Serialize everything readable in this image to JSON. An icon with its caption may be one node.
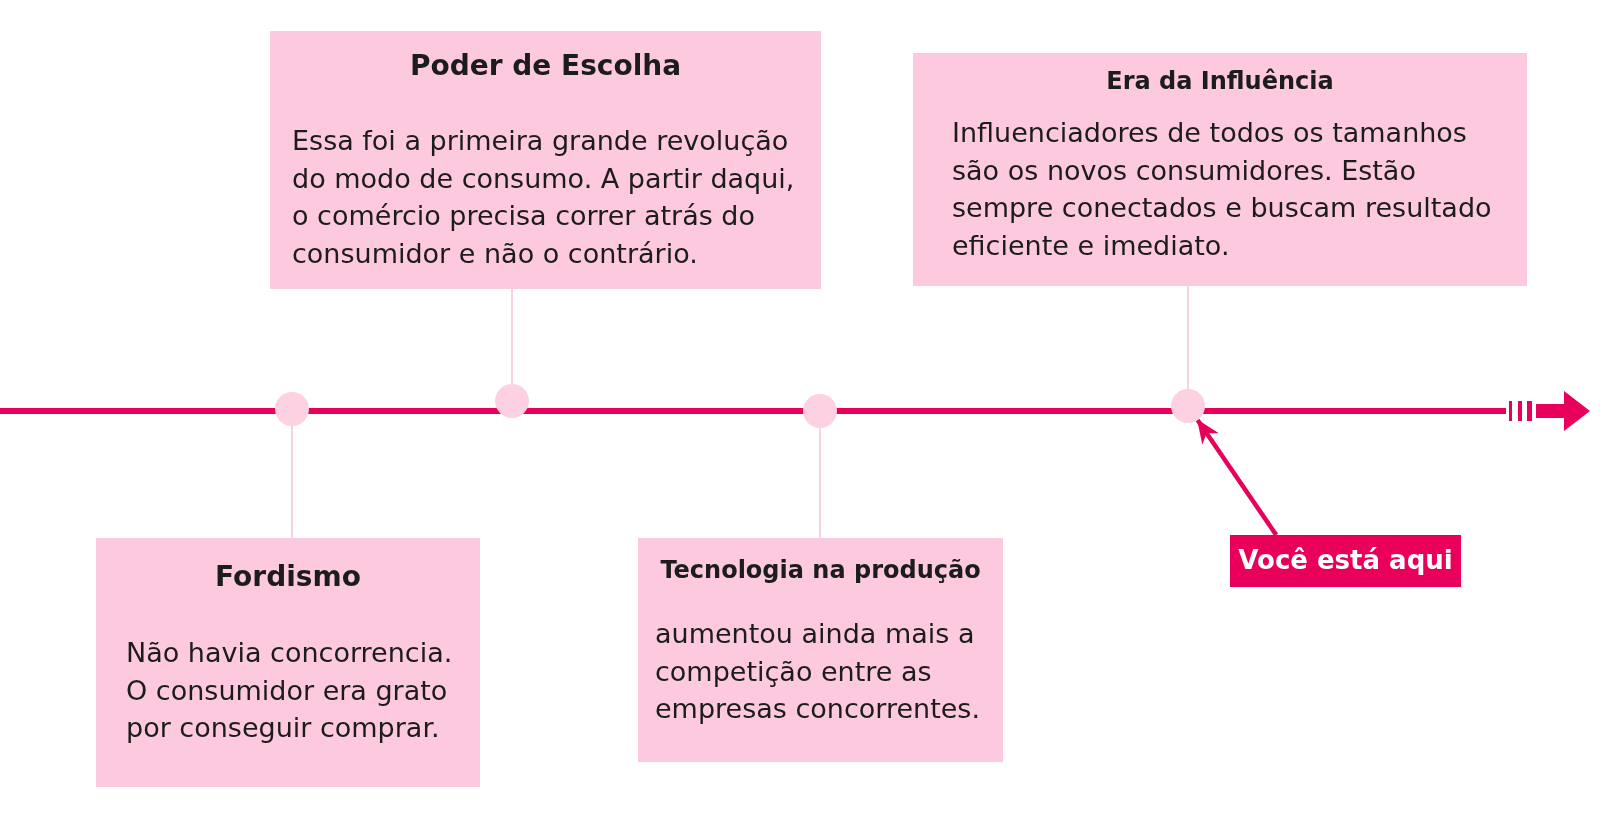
{
  "diagram": {
    "nodes": [
      {
        "text": [
          "Poder de Escolha",
          "Essa foi a primeira grande revolução do modo de consumo. A partir daqui, o comércio precisa correr atrás do consumidor e não o contrário."
        ]
      },
      {
        "text": [
          "Era da Influência",
          "Influenciadores de todos os tamanhos são os novos consumidores. Estão sempre conectados e buscam resultado eficiente e imediato."
        ]
      },
      {
        "text": [],
        "shape": "circle"
      },
      {
        "text": [],
        "shape": "circle"
      },
      {
        "text": [],
        "shape": "circle"
      },
      {
        "text": [],
        "shape": "circle"
      },
      {
        "text": [
          "Fordismo",
          "Não havia concorrencia. O consumidor era grato por conseguir comprar."
        ]
      },
      {
        "text": [
          "Tecnologia na produção",
          "aumentou ainda mais a competição entre as empresas concorrentes."
        ]
      },
      {
        "text": [
          "Você está aqui"
        ]
      }
    ],
    "edges": [
      {
        "from": 0,
        "to": 3,
        "arrow": "none"
      },
      {
        "from": 1,
        "to": 5,
        "arrow": "none"
      },
      {
        "from": 6,
        "to": 2,
        "arrow": "none"
      },
      {
        "from": 7,
        "to": 4,
        "arrow": "none"
      },
      {
        "from": 8,
        "to": 5,
        "arrow": "to",
        "style": "thick",
        "color": "#e8005a"
      }
    ]
  }
}
